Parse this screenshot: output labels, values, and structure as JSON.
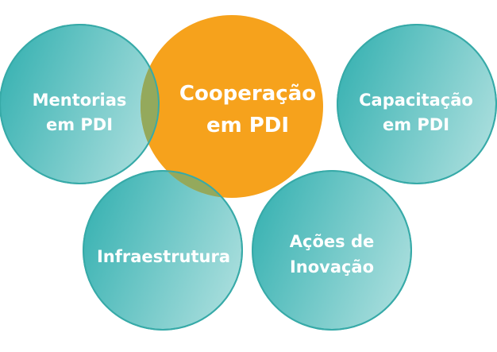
{
  "diagram": {
    "center": {
      "lines": [
        "Cooperação",
        "em PDI"
      ],
      "fill": "#F6A21C"
    },
    "satellites": [
      {
        "id": "mentorias",
        "lines": [
          "Mentorias",
          "em PDI"
        ]
      },
      {
        "id": "capacitacao",
        "lines": [
          "Capacitação",
          "em PDI"
        ]
      },
      {
        "id": "infraestrutura",
        "lines": [
          "Infraestrutura"
        ]
      },
      {
        "id": "acoes",
        "lines": [
          "Ações de",
          "Inovação"
        ]
      }
    ],
    "colors": {
      "teal_dark": "#3BB3B3",
      "teal_light": "#A9DEDD",
      "stroke": "#37AAA8",
      "overlap": "#94A95C",
      "text": "#FFFFFF"
    }
  }
}
